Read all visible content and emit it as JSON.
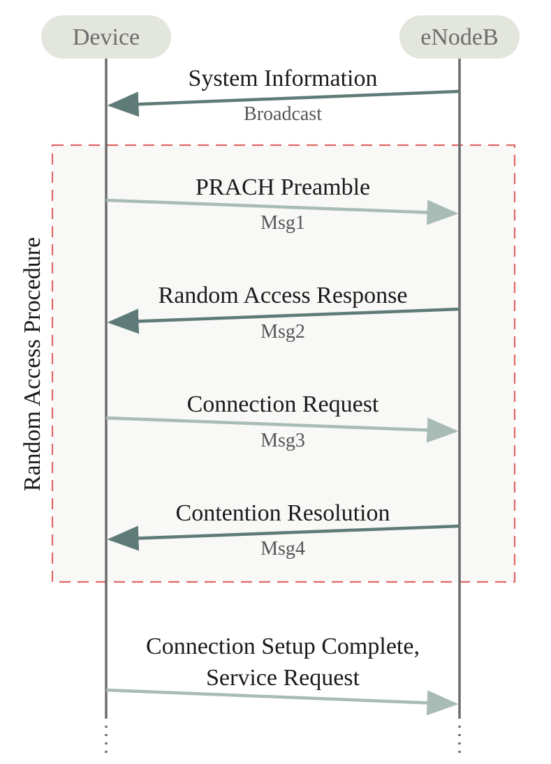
{
  "actors": {
    "device": "Device",
    "enodeb": "eNodeB"
  },
  "group": {
    "label": "Random Access Procedure"
  },
  "messages": [
    {
      "label": "System Information",
      "sub": "Broadcast",
      "direction": "to-device"
    },
    {
      "label": "PRACH Preamble",
      "sub": "Msg1",
      "direction": "to-enodeb"
    },
    {
      "label": "Random Access Response",
      "sub": "Msg2",
      "direction": "to-device"
    },
    {
      "label": "Connection Request",
      "sub": "Msg3",
      "direction": "to-enodeb"
    },
    {
      "label": "Contention Resolution",
      "sub": "Msg4",
      "direction": "to-device"
    },
    {
      "label_line1": "Connection Setup Complete,",
      "label_line2": "Service Request",
      "direction": "to-enodeb"
    }
  ],
  "colors": {
    "actor_box": "#e3e6dd",
    "lifeline": "#6b6b6b",
    "arrow_to_device": "#5f7b78",
    "arrow_to_enodeb": "#a8bbb4",
    "group_border": "#e06666",
    "group_fill": "#f8f8f6"
  }
}
